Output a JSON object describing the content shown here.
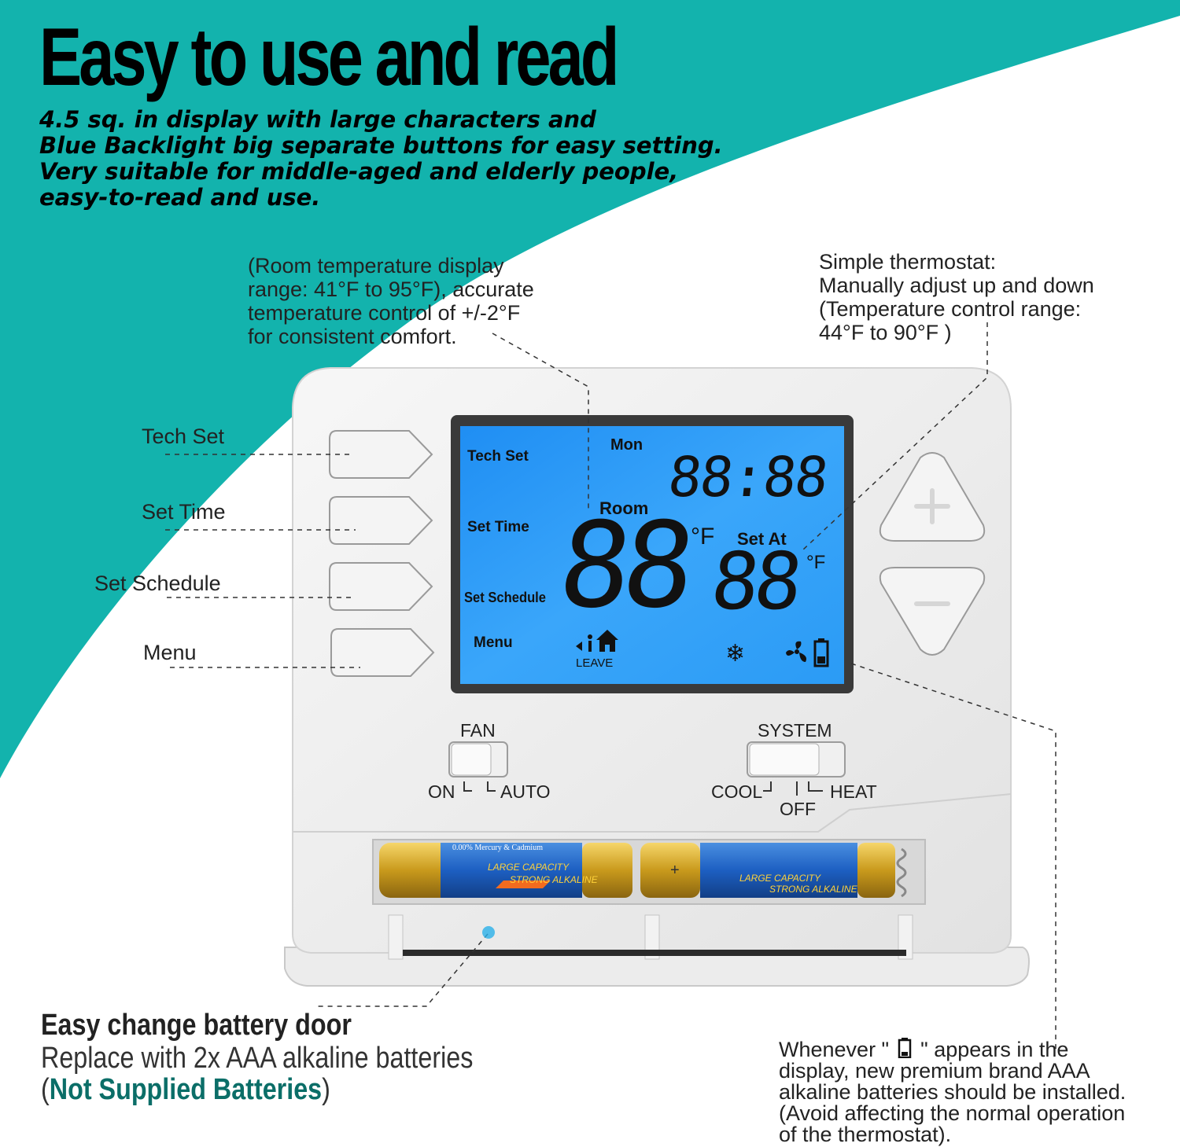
{
  "headline": "Easy to use and read",
  "subheadline": [
    "4.5 sq. in display with large characters and",
    "Blue Backlight big separate buttons for easy setting.",
    "Very suitable for middle-aged and elderly people,",
    "easy-to-read and use."
  ],
  "callout_room": [
    "(Room temperature display",
    "range: 41°F to 95°F), accurate",
    "temperature control of +/-2°F",
    "for consistent comfort."
  ],
  "callout_control": [
    "Simple thermostat:",
    "Manually adjust up and down",
    "(Temperature control range:",
    "44°F to 90°F )"
  ],
  "side_buttons": [
    "Tech Set",
    "Set Time",
    "Set Schedule",
    "Menu"
  ],
  "lcd": {
    "day": "Mon",
    "clock": "88:88",
    "room_label": "Room",
    "room_temp": "88",
    "unit": "°F",
    "set_at_label": "Set  At",
    "set_temp": "88",
    "labels": [
      "Tech Set",
      "Set Time",
      "Set Schedule",
      "Menu"
    ],
    "leave_label": "LEAVE",
    "snow_glyph": "❄"
  },
  "fan_switch": {
    "title": "FAN",
    "left": "ON",
    "right": "AUTO"
  },
  "system_switch": {
    "title": "SYSTEM",
    "left": "COOL",
    "right": "HEAT",
    "bottom": "OFF"
  },
  "battery_labels": {
    "top_text": "0.00% Mercury & Cadmium",
    "capacity": "LARGE CAPACITY",
    "type": "STRONG ALKALINE",
    "plus": "+"
  },
  "battery_door": {
    "title": "Easy change battery door",
    "description": "Replace with 2x AAA alkaline batteries",
    "note_open": "(",
    "note_highlight": "Not Supplied Batteries",
    "note_close": ")"
  },
  "battery_warning": {
    "line1_start": "Whenever \"",
    "line1_end": "\" appears in the",
    "lines": [
      "display, new premium brand AAA",
      "alkaline batteries should be installed.",
      "(Avoid affecting the normal operation",
      "of the thermostat)."
    ]
  },
  "colors": {
    "teal": "#13b3ad",
    "lcd_blue": "#2b9bf5",
    "accent_text": "#0b6e68"
  },
  "icons": {
    "battery": "battery-icon",
    "fan": "fan-icon",
    "snowflake": "snowflake-icon",
    "leave_home": "leave-home-icon",
    "plus": "plus-icon",
    "minus": "minus-icon"
  }
}
